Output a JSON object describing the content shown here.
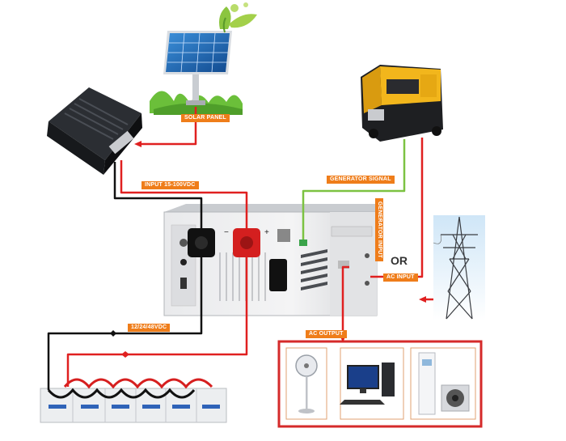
{
  "labels": {
    "solar_panel": "SOLAR PANEL",
    "input": "INPUT 15-100VDC",
    "generator_signal": "GENERATOR SIGNAL",
    "generator_input": "GENERATOR INPUT",
    "or": "OR",
    "ac_input": "AC INPUT",
    "battery_voltage": "12/24/48VDC",
    "ac_output": "AC OUTPUT"
  },
  "colors": {
    "label_bg": "#ef7d1a",
    "red_wire": "#e02020",
    "black_wire": "#111111",
    "green_wire": "#7cc242",
    "output_frame": "#d52a2a"
  }
}
